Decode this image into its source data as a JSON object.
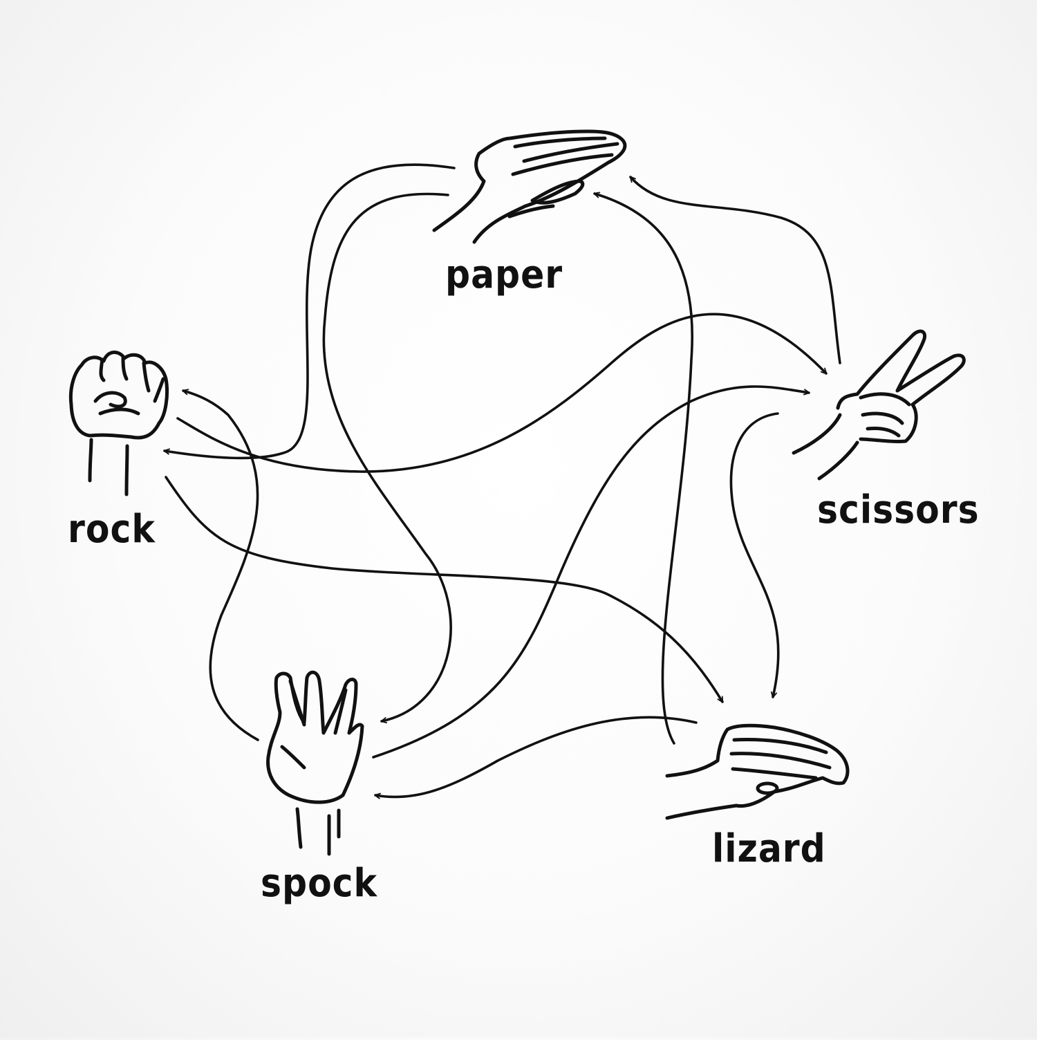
{
  "colors": {
    "ink": "#111111",
    "background": "#ffffff"
  },
  "nodes": {
    "paper": {
      "label": "paper",
      "icon": "flat-hand-icon"
    },
    "rock": {
      "label": "rock",
      "icon": "fist-icon"
    },
    "scissors": {
      "label": "scissors",
      "icon": "v-sign-hand-icon"
    },
    "spock": {
      "label": "spock",
      "icon": "vulcan-salute-hand-icon"
    },
    "lizard": {
      "label": "lizard",
      "icon": "lizard-hand-icon"
    }
  },
  "arrows": [
    {
      "from": "paper",
      "to": "spock"
    },
    {
      "from": "paper",
      "to": "rock"
    },
    {
      "from": "scissors",
      "to": "paper"
    },
    {
      "from": "lizard",
      "to": "paper"
    },
    {
      "from": "rock",
      "to": "scissors"
    },
    {
      "from": "spock",
      "to": "scissors"
    },
    {
      "from": "scissors",
      "to": "lizard"
    },
    {
      "from": "rock",
      "to": "lizard"
    },
    {
      "from": "lizard",
      "to": "spock"
    },
    {
      "from": "spock",
      "to": "rock"
    }
  ]
}
